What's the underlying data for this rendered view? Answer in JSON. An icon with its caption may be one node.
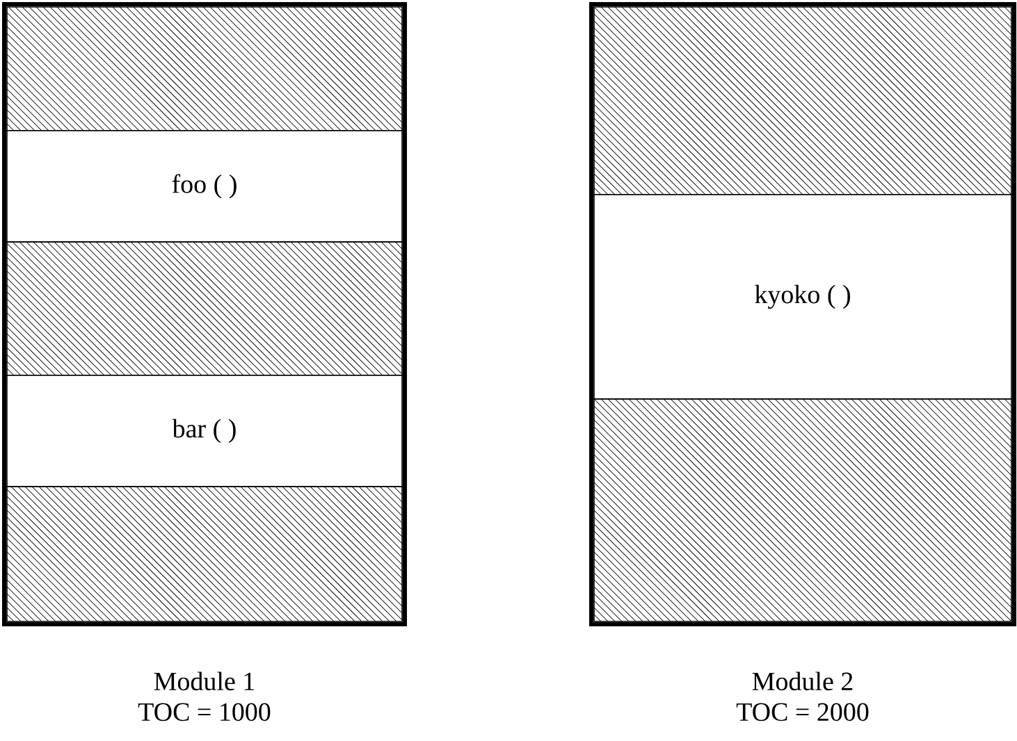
{
  "diagram": {
    "nodes": [
      {
        "text": [
          "Module 1",
          "TOC = 1000"
        ]
      },
      {
        "text": [],
        "shape": "box",
        "in": 0
      },
      {
        "text": [
          "foo ( )"
        ],
        "in": 0
      },
      {
        "text": [],
        "shape": "box",
        "in": 0
      },
      {
        "text": [
          "bar ( )"
        ],
        "in": 0
      },
      {
        "text": [],
        "shape": "box",
        "in": 0
      },
      {
        "text": [
          "Module 2",
          "TOC = 2000"
        ]
      },
      {
        "text": [],
        "shape": "box",
        "in": 6
      },
      {
        "text": [
          "kyoko ( )"
        ],
        "in": 6
      },
      {
        "text": [],
        "shape": "box",
        "in": 6
      }
    ]
  }
}
